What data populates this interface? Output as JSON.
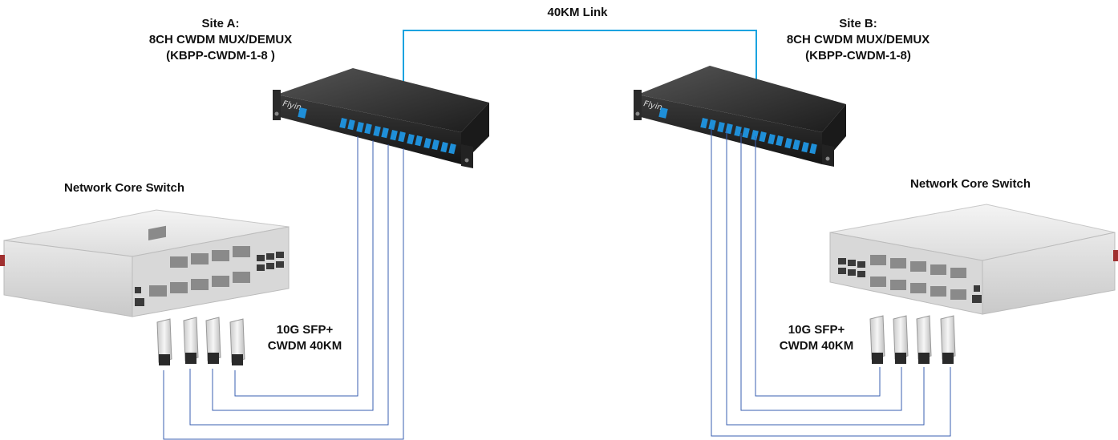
{
  "link": {
    "label": "40KM Link",
    "color": "#1aa3e0"
  },
  "site_a": {
    "title": "Site A:",
    "device": "8CH CWDM MUX/DEMUX",
    "model": "(KBPP-CWDM-1-8 )",
    "brand": "Flyin",
    "switch_label": "Network Core Switch",
    "sfp_line1": "10G SFP+",
    "sfp_line2": "CWDM 40KM"
  },
  "site_b": {
    "title": "Site B:",
    "device": "8CH CWDM MUX/DEMUX",
    "model": "(KBPP-CWDM-1-8)",
    "brand": "Flyin",
    "switch_label": "Network Core Switch",
    "sfp_line1": "10G SFP+",
    "sfp_line2": "CWDM 40KM"
  },
  "colors": {
    "fiber": "#3a5fb0",
    "port": "#1f8fd8",
    "chassis": "#2b2b2b"
  }
}
